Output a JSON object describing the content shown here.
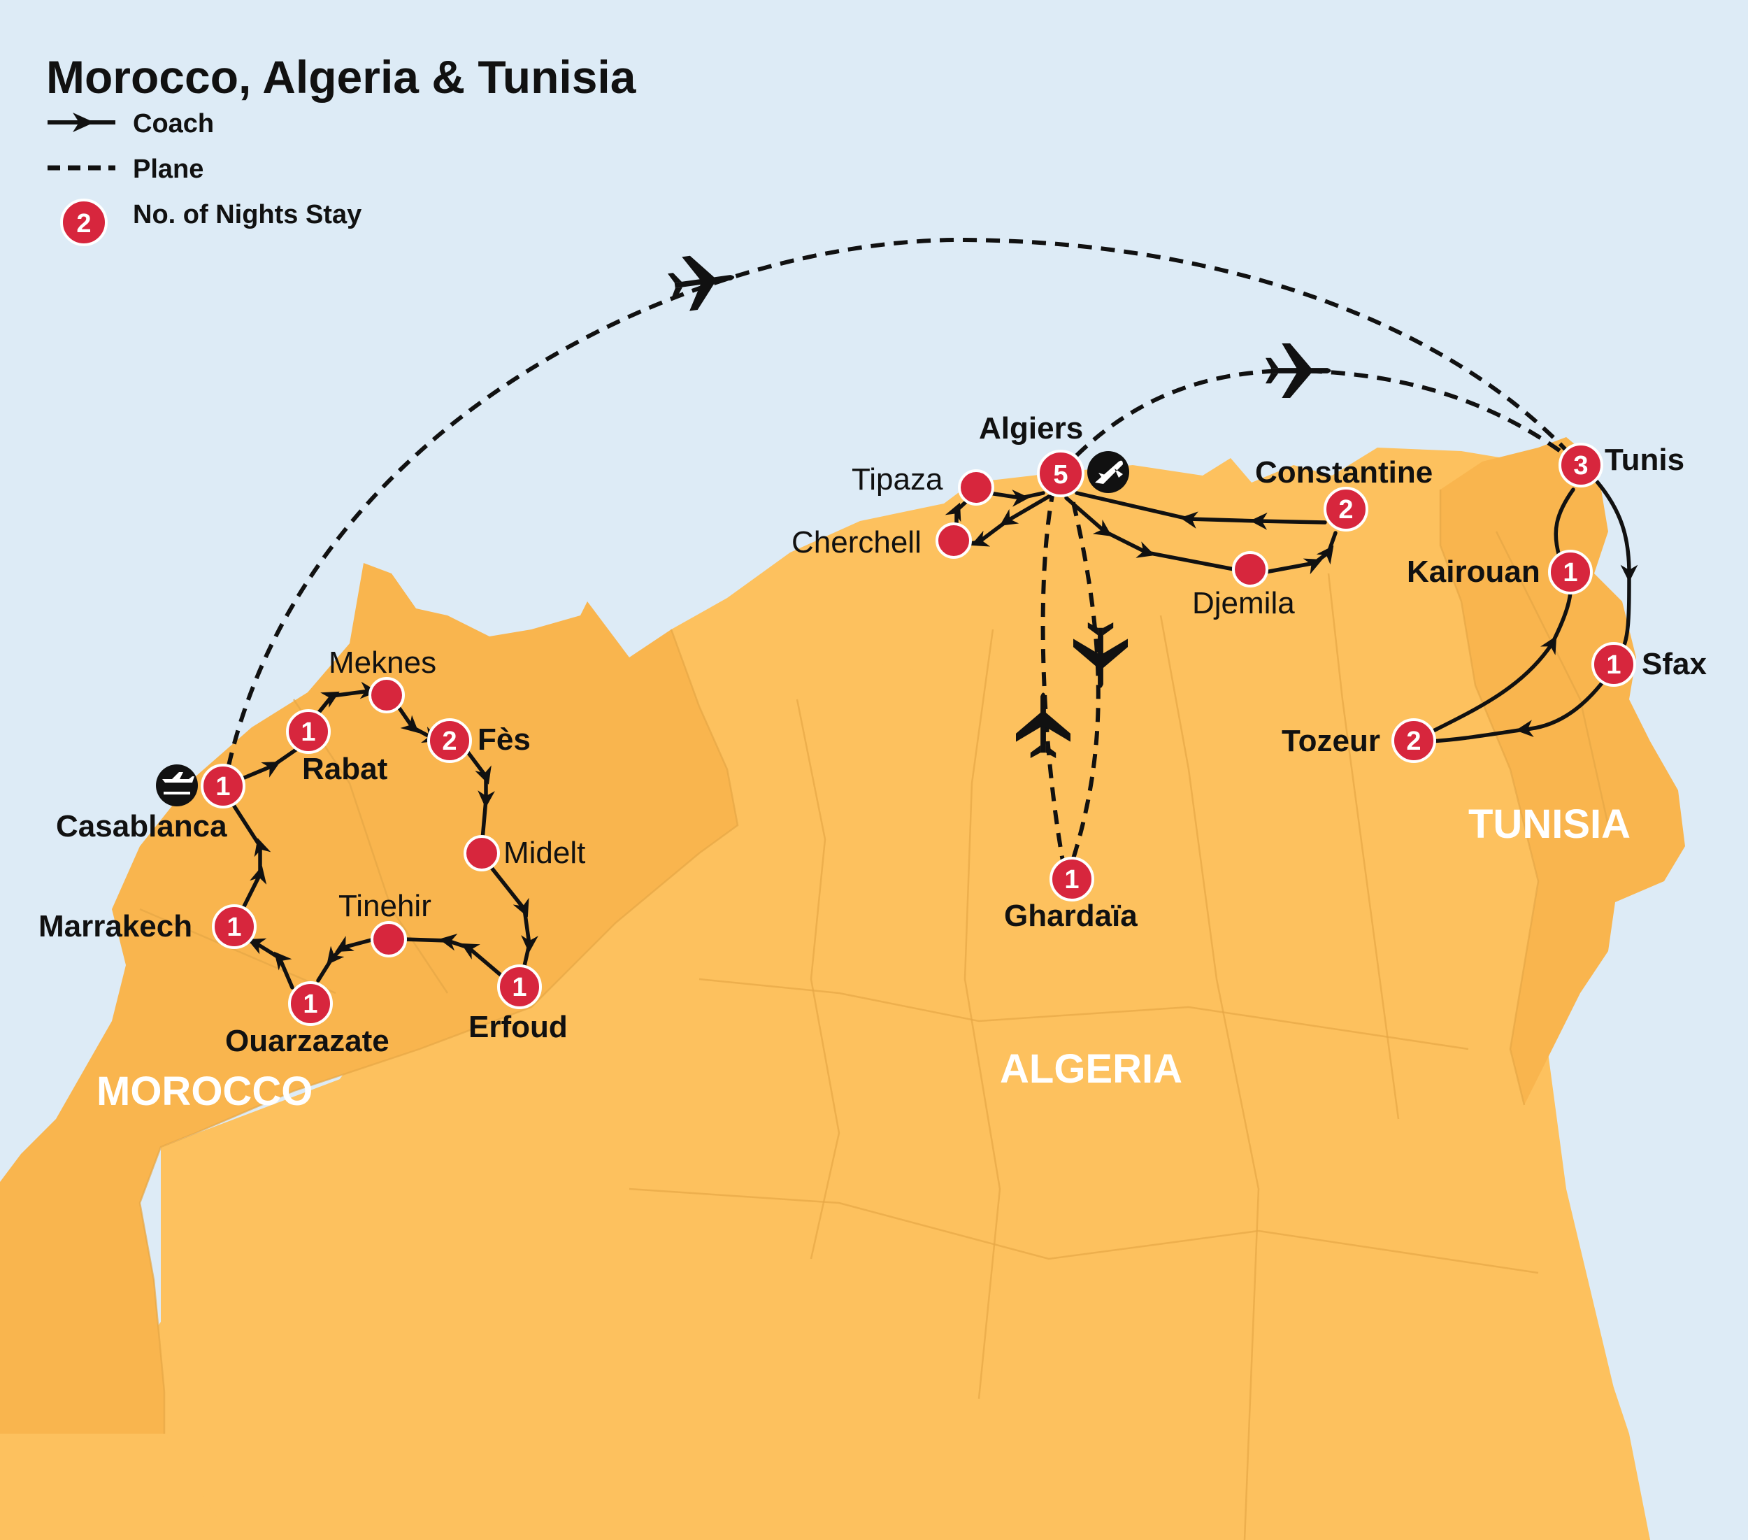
{
  "title": "Morocco, Algeria & Tunisia",
  "legend": {
    "coach": "Coach",
    "plane": "Plane",
    "nights_badge": "2",
    "nights": "No. of Nights Stay"
  },
  "countries": {
    "morocco": "MOROCCO",
    "algeria": "ALGERIA",
    "tunisia": "TUNISIA"
  },
  "cities": {
    "casablanca": {
      "name": "Casablanca",
      "nights": "1"
    },
    "rabat": {
      "name": "Rabat",
      "nights": "1"
    },
    "meknes": {
      "name": "Meknes"
    },
    "fes": {
      "name": "Fès",
      "nights": "2"
    },
    "midelt": {
      "name": "Midelt"
    },
    "erfoud": {
      "name": "Erfoud",
      "nights": "1"
    },
    "tinehir": {
      "name": "Tinehir"
    },
    "ouarzazate": {
      "name": "Ouarzazate",
      "nights": "1"
    },
    "marrakech": {
      "name": "Marrakech",
      "nights": "1"
    },
    "algiers": {
      "name": "Algiers",
      "nights": "5"
    },
    "tipaza": {
      "name": "Tipaza"
    },
    "cherchell": {
      "name": "Cherchell"
    },
    "constantine": {
      "name": "Constantine",
      "nights": "2"
    },
    "djemila": {
      "name": "Djemila"
    },
    "ghardaia": {
      "name": "Ghardaïa",
      "nights": "1"
    },
    "tunis": {
      "name": "Tunis",
      "nights": "3"
    },
    "kairouan": {
      "name": "Kairouan",
      "nights": "1"
    },
    "sfax": {
      "name": "Sfax",
      "nights": "1"
    },
    "tozeur": {
      "name": "Tozeur",
      "nights": "2"
    }
  },
  "colors": {
    "sea": "#ddebf6",
    "algeria_land": "#fdc15e",
    "morocco_tunisia_land": "#f9b54e",
    "stop_marker": "#d7263d",
    "route": "#111111"
  }
}
